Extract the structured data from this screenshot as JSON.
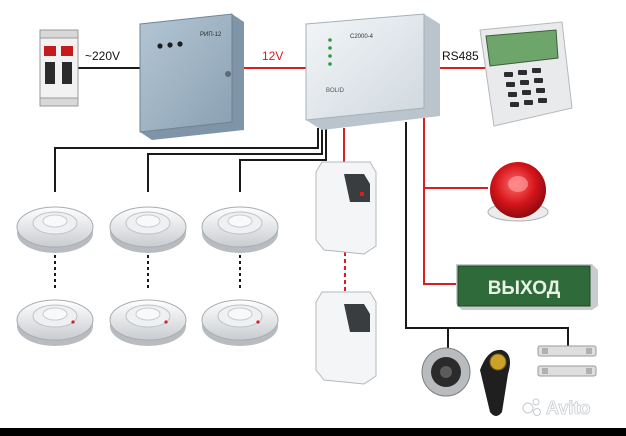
{
  "labels": {
    "mains_voltage": "~220V",
    "dc_voltage": "12V",
    "bus": "RS485",
    "psu_model": "РИП-12",
    "controller_model": "С2000-4",
    "controller_brand": "BOLID",
    "exit_sign": "ВЫХОД",
    "watermark": "Avito"
  },
  "colors": {
    "power_wire": "#d81e1e",
    "signal_wire": "#1a1a1a",
    "exit_sign_bg": "#2f6b3a",
    "exit_sign_text": "#e9f2e6",
    "psu_body": "#9db3c4",
    "controller_body": "#dfe6ec",
    "siren_red": "#d4141a"
  },
  "devices": {
    "circuit_breaker": "circuit-breaker",
    "psu": "power-supply-unit",
    "controller": "control-unit",
    "keypad": "keypad-console",
    "siren": "light-sound-siren",
    "exit_sign": "exit-light-sign",
    "smoke_detectors": 6,
    "motion_detectors": 2,
    "touch_memory_reader": "key-reader",
    "key_fob": "touch-memory-key",
    "door_contacts": 2
  }
}
